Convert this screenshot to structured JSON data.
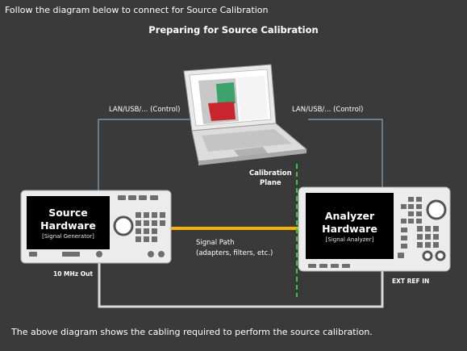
{
  "header": {
    "instruction": "Follow the diagram below to connect for Source Calibration",
    "diagram_title": "Preparing for Source Calibration"
  },
  "diagram": {
    "control_left": "LAN/USB/... (Control)",
    "control_right": "LAN/USB/... (Control)",
    "calibration_plane_line1": "Calibration",
    "calibration_plane_line2": "Plane",
    "signal_path_line1": "Signal Path",
    "signal_path_line2": "(adapters, filters, etc.)",
    "source": {
      "line1": "Source",
      "line2": "Hardware",
      "sub": "[Signal Generator]",
      "port_label": "10 MHz Out"
    },
    "analyzer": {
      "line1": "Analyzer",
      "line2": "Hardware",
      "sub": "[Signal Analyzer]",
      "port_label": "EXT REF IN"
    }
  },
  "footer": {
    "note": "The above diagram shows the cabling required to perform the source calibration."
  },
  "colors": {
    "background": "#3a3a3a",
    "control_cable": "#8aa6c8",
    "signal_path": "#f4b400",
    "calibration_plane": "#2ecc40",
    "ref_cable": "#d9d9d9"
  },
  "icons": [
    "laptop-icon",
    "signal-generator-icon",
    "signal-analyzer-icon"
  ]
}
